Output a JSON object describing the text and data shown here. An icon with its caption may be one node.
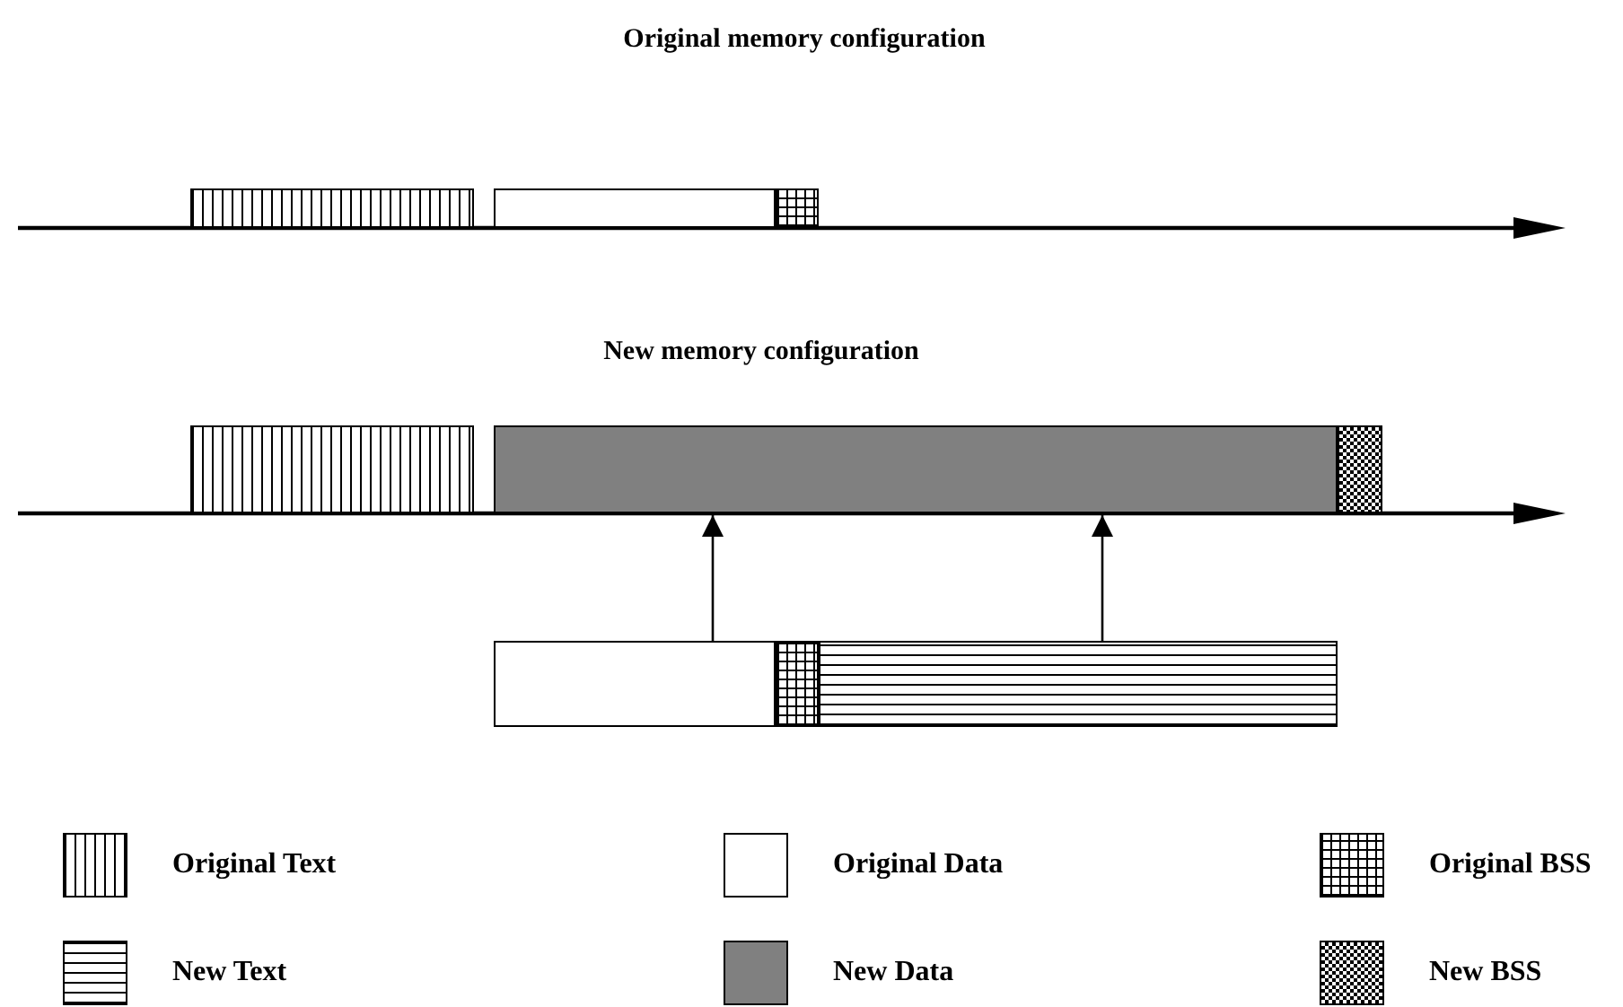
{
  "diagram": {
    "title": "Original memory configuration",
    "nodes": [
      {
        "text": [],
        "shape": "bar"
      },
      {
        "text": [],
        "shape": "bar"
      },
      {
        "text": [],
        "shape": "bar"
      },
      {
        "text": [],
        "shape": "bar"
      },
      {
        "text": [],
        "shape": "bar"
      },
      {
        "text": [],
        "shape": "bar"
      },
      {
        "text": [],
        "shape": "bar"
      },
      {
        "text": [],
        "shape": "bar"
      },
      {
        "text": [],
        "shape": "bar"
      }
    ],
    "edges": [
      {
        "from": 6,
        "to": 4,
        "arrow": "to"
      },
      {
        "from": 8,
        "to": 4,
        "arrow": "to"
      }
    ],
    "labels": [
      "New memory configuration"
    ],
    "legend": [
      {
        "text": "Original Text"
      },
      {
        "text": "Original Data",
        "color": "#ffffff"
      },
      {
        "text": "Original BSS"
      },
      {
        "text": "New Text"
      },
      {
        "text": "New Data",
        "color": "#808080"
      },
      {
        "text": "New BSS"
      }
    ]
  }
}
